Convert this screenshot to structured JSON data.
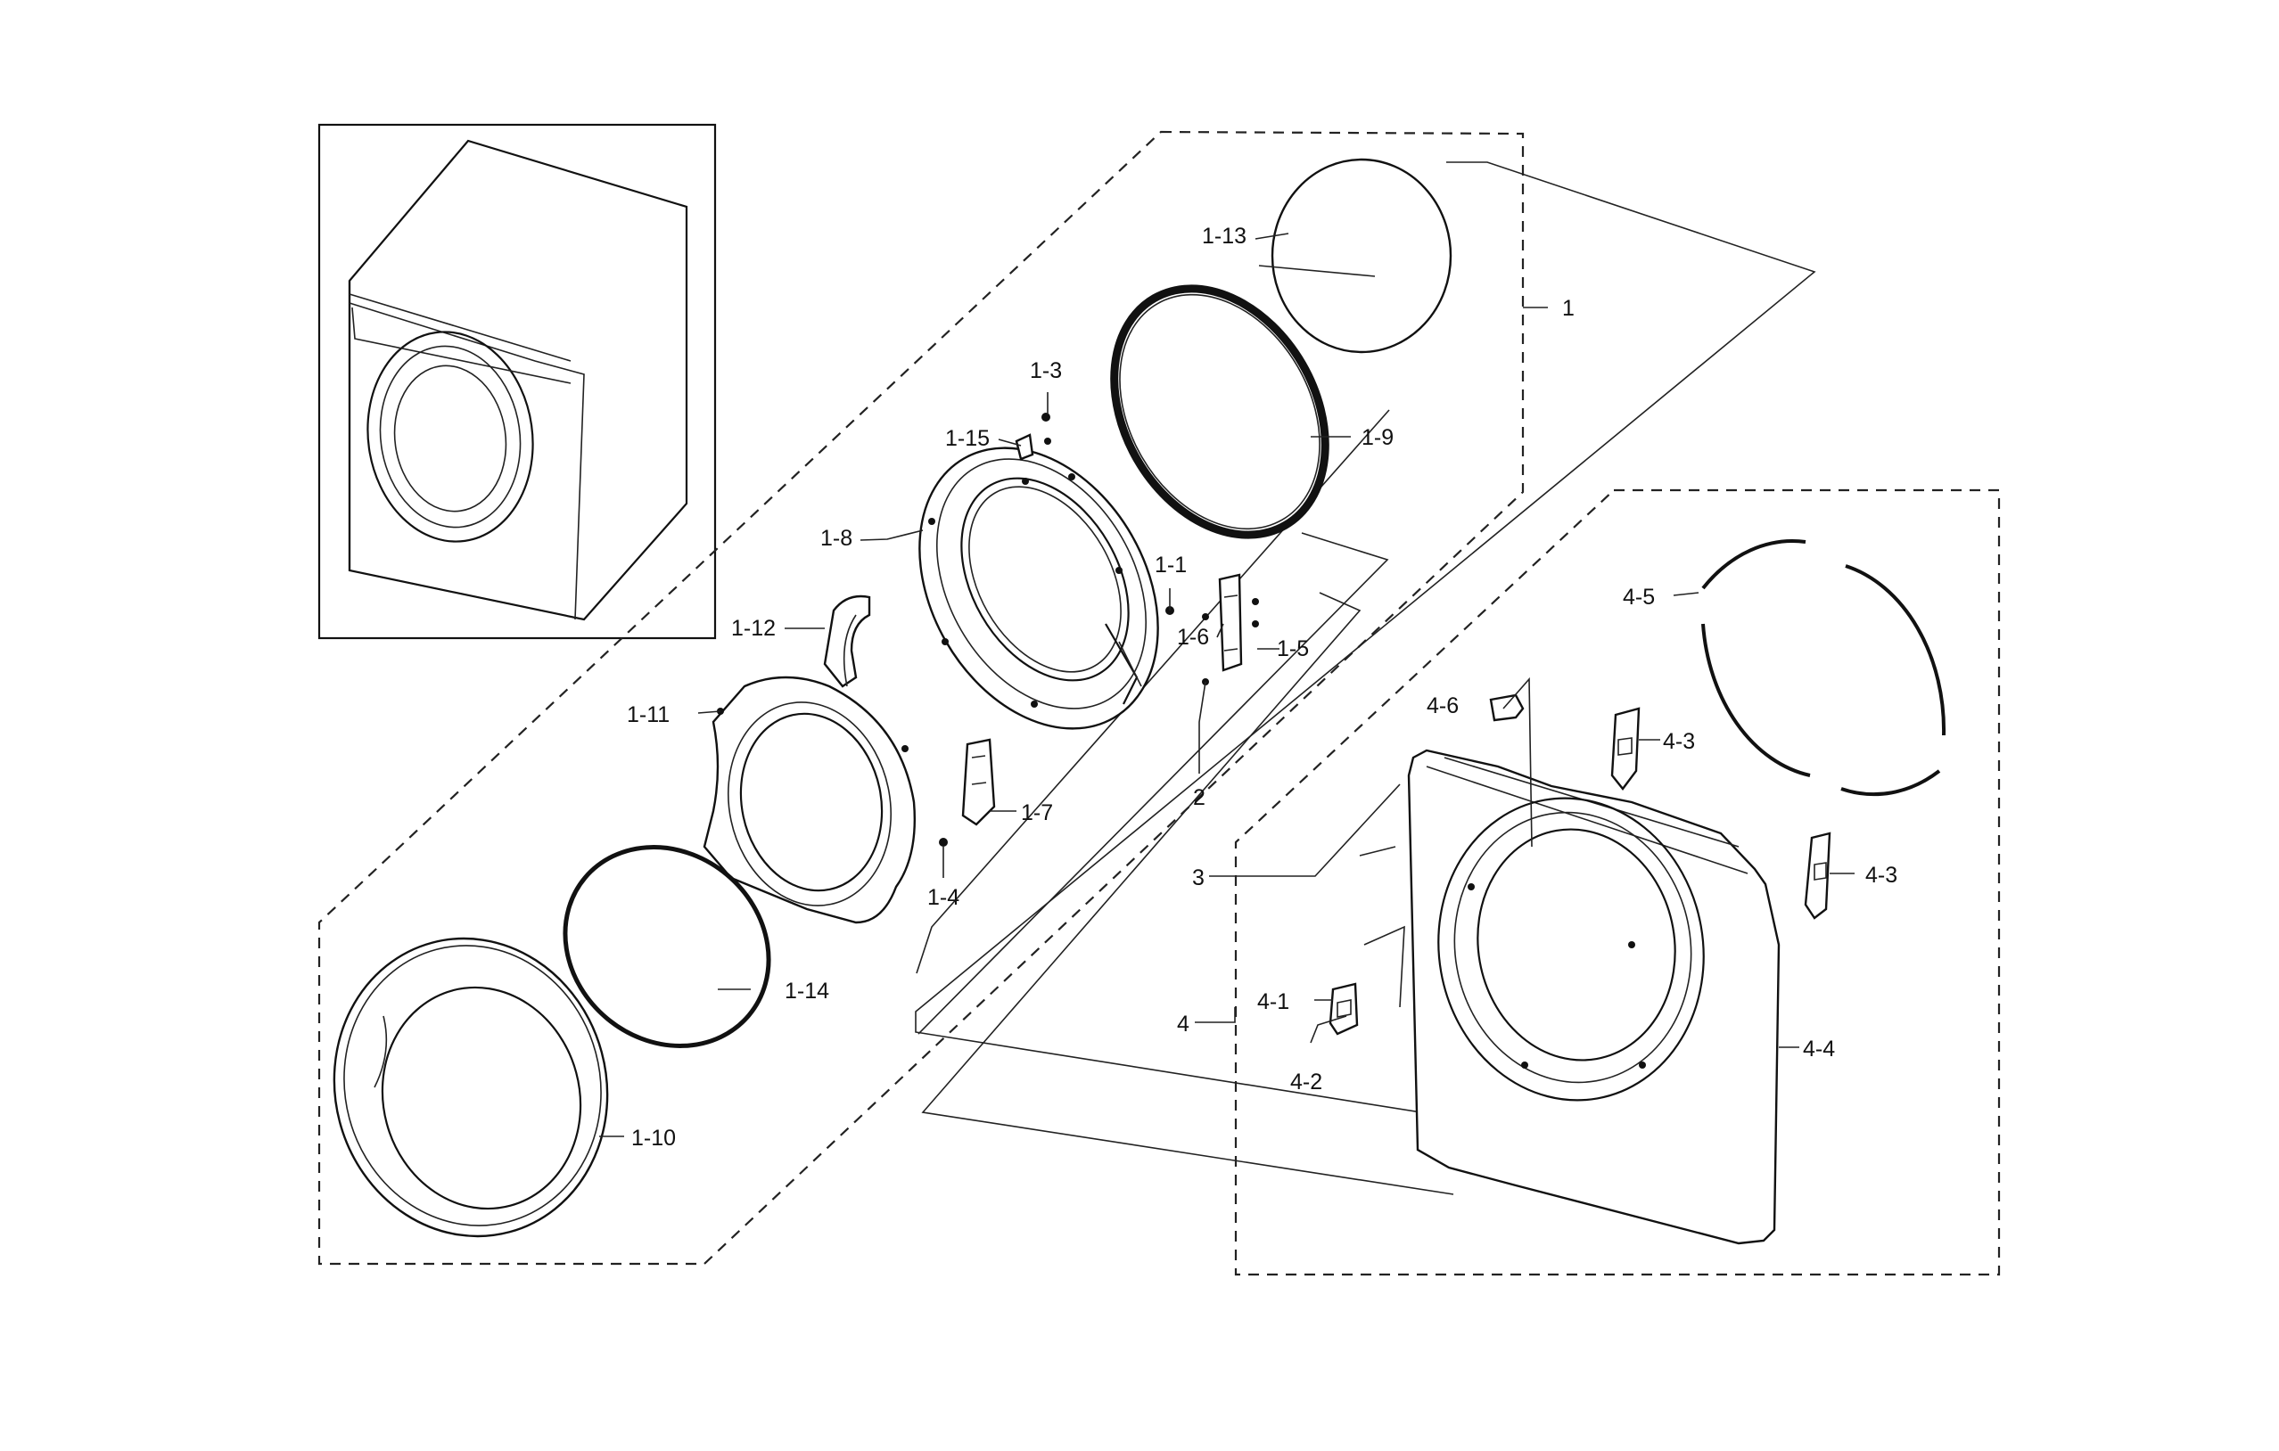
{
  "diagram": {
    "labels": {
      "p1": "1",
      "p1_1": "1-1",
      "p1_3": "1-3",
      "p1_4": "1-4",
      "p1_5": "1-5",
      "p1_6": "1-6",
      "p1_7": "1-7",
      "p1_8": "1-8",
      "p1_9": "1-9",
      "p1_10": "1-10",
      "p1_11": "1-11",
      "p1_12": "1-12",
      "p1_13": "1-13",
      "p1_14": "1-14",
      "p1_15": "1-15",
      "p2": "2",
      "p3": "3",
      "p4": "4",
      "p4_1": "4-1",
      "p4_2": "4-2",
      "p4_3a": "4-3",
      "p4_3b": "4-3",
      "p4_4": "4-4",
      "p4_5": "4-5",
      "p4_6": "4-6"
    }
  }
}
